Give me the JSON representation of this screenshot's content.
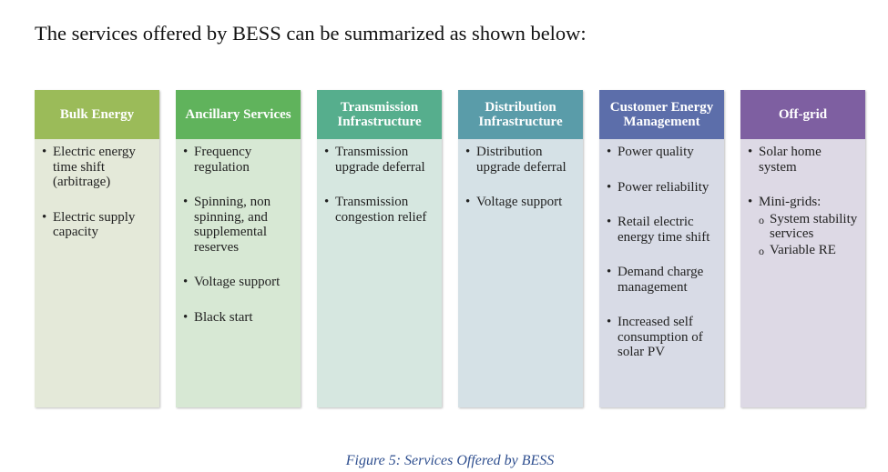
{
  "intro_text": "The services offered by BESS can be summarized as shown below:",
  "columns": [
    {
      "title": "Bulk Energy",
      "header_color": "#9bbb59",
      "body_color": "#e4e9d9",
      "items": [
        "Electric energy time shift (arbitrage)",
        "Electric supply capacity"
      ]
    },
    {
      "title": "Ancillary Services",
      "header_color": "#60b35c",
      "body_color": "#d7e8d4",
      "items": [
        "Frequency regulation",
        "Spinning, non spinning, and supplemental reserves",
        "Voltage support",
        "Black start"
      ]
    },
    {
      "title": "Transmission Infrastructure",
      "header_color": "#56ae8d",
      "body_color": "#d6e7e0",
      "items": [
        "Transmission upgrade deferral",
        "Transmission congestion relief"
      ]
    },
    {
      "title": "Distribution Infrastructure",
      "header_color": "#5a9ca9",
      "body_color": "#d5e1e6",
      "items": [
        "Distribution upgrade deferral",
        "Voltage support"
      ]
    },
    {
      "title": "Customer Energy Management",
      "header_color": "#5c6eaa",
      "body_color": "#d8dbe6",
      "items": [
        "Power quality",
        "Power reliability",
        "Retail electric energy time shift",
        "Demand charge management",
        "Increased self consumption of solar PV"
      ]
    },
    {
      "title": "Off-grid",
      "header_color": "#7e5fa1",
      "body_color": "#ddd9e5",
      "items": [
        "Solar home system",
        "Mini-grids:"
      ],
      "subitems": [
        "System stability services",
        "Variable RE"
      ]
    }
  ],
  "caption": "Figure 5: Services Offered by BESS"
}
